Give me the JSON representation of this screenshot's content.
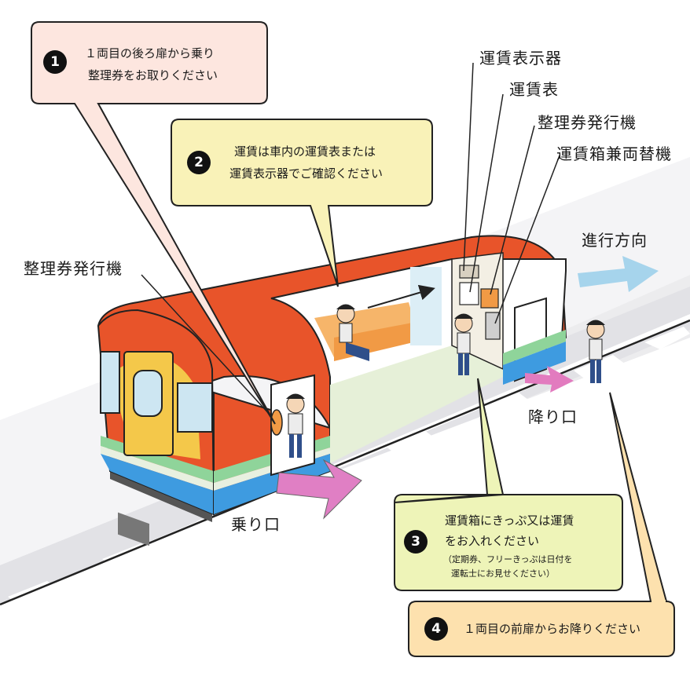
{
  "colors": {
    "train_orange": "#e8542a",
    "callout_pink": "#fde6df",
    "callout_yellow": "#f9f2b8",
    "callout_green": "#eef4b8",
    "callout_peach": "#fde1ae",
    "boarding_arrow": "#e07fc4",
    "exit_arrow": "#e27bbf",
    "direction_arrow": "#a6d4ec"
  },
  "callouts": {
    "step1": {
      "number": "1",
      "line1": "１両目の後ろ扉から乗り",
      "line2": "整理券をお取りください"
    },
    "step2": {
      "number": "2",
      "line1": "運賃は車内の運賃表または",
      "line2": "運賃表示器でご確認ください"
    },
    "step3": {
      "number": "3",
      "line1": "運賃箱にきっぷ又は運賃",
      "line2": "をお入れください",
      "note1": "（定期券、フリーきっぷは日付を",
      "note2": "運転士にお見せください）"
    },
    "step4": {
      "number": "4",
      "line1": "１両目の前扉からお降りください"
    }
  },
  "labels": {
    "fare_display": "運賃表示器",
    "fare_table": "運賃表",
    "ticket_machine_front": "整理券発行機",
    "fare_box_changer": "運賃箱兼両替機",
    "ticket_machine_rear": "整理券発行機",
    "direction": "進行方向",
    "boarding": "乗り口",
    "exit": "降り口"
  },
  "icons": [
    "train-car",
    "passenger-figure",
    "boarding-arrow",
    "exit-arrow",
    "direction-arrow"
  ]
}
